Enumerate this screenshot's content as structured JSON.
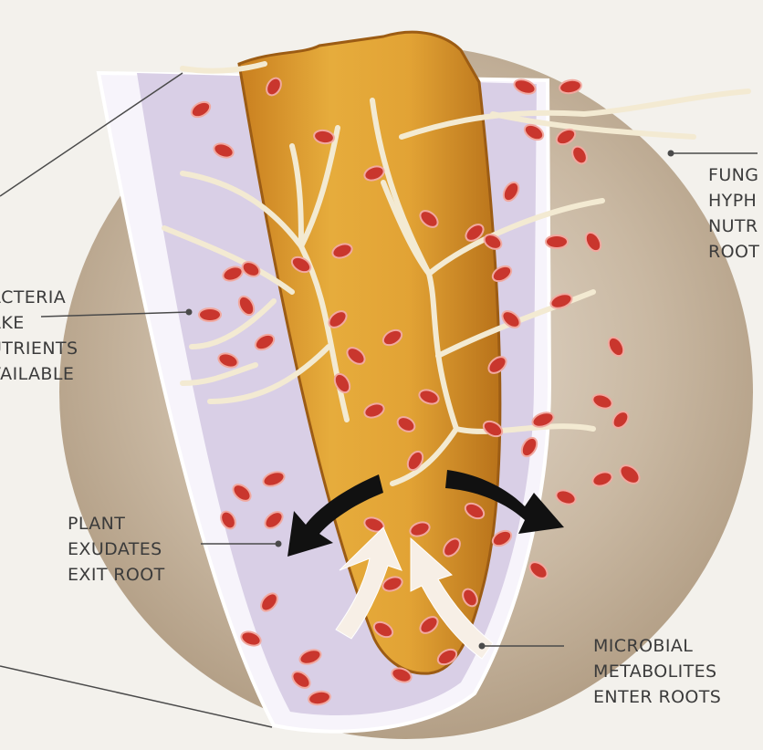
{
  "labels": {
    "fungi": [
      "FUNG",
      "HYPH",
      "NUTR",
      "ROOT"
    ],
    "bacteria": [
      "ACTERIA",
      "AKE",
      "UTRIENTS",
      "VAILABLE"
    ],
    "exudates": [
      "PLANT",
      "EXUDATES",
      "EXIT ROOT"
    ],
    "metabolites": [
      "MICROBIAL",
      "METABOLITES",
      "ENTER ROOTS"
    ]
  },
  "colors": {
    "background": "#f3f1ec",
    "soil_circle": "#b9a68f",
    "root_sheath": "#d9cfe6",
    "root_core": "#d99a2e",
    "hyphae": "#f3ead2",
    "bacteria": "#c9362d",
    "exudate_arrows": "#111111",
    "metabolite_arrows": "#f7efe6",
    "leader_lines": "#4a4a4a"
  }
}
